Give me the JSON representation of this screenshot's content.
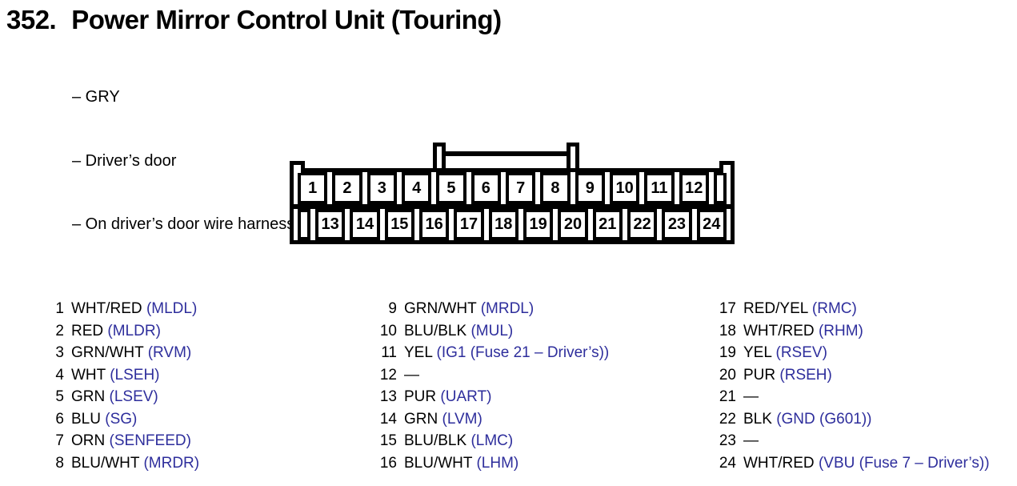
{
  "title": {
    "number": "352.",
    "text": "Power Mirror Control Unit (Touring)"
  },
  "notes": [
    "– GRY",
    "– Driver’s door",
    "– On driver’s door wire harness A"
  ],
  "connector": {
    "top_row_pins": [
      "1",
      "2",
      "3",
      "4",
      "5",
      "6",
      "7",
      "8",
      "9",
      "10",
      "11",
      "12"
    ],
    "bottom_row_pins": [
      "13",
      "14",
      "15",
      "16",
      "17",
      "18",
      "19",
      "20",
      "21",
      "22",
      "23",
      "24"
    ]
  },
  "colors": {
    "signal_text_blue": "#2e2e9c",
    "wire_text_black": "#000000",
    "background": "#ffffff"
  },
  "pin_columns": [
    {
      "pins": [
        {
          "num": "1",
          "wire": "WHT/RED",
          "signal": "(MLDL)"
        },
        {
          "num": "2",
          "wire": "RED",
          "signal": "(MLDR)"
        },
        {
          "num": "3",
          "wire": "GRN/WHT",
          "signal": "(RVM)"
        },
        {
          "num": "4",
          "wire": "WHT",
          "signal": "(LSEH)"
        },
        {
          "num": "5",
          "wire": "GRN",
          "signal": "(LSEV)"
        },
        {
          "num": "6",
          "wire": "BLU",
          "signal": "(SG)"
        },
        {
          "num": "7",
          "wire": "ORN",
          "signal": "(SENFEED)"
        },
        {
          "num": "8",
          "wire": "BLU/WHT",
          "signal": "(MRDR)"
        }
      ]
    },
    {
      "pins": [
        {
          "num": "9",
          "wire": "GRN/WHT",
          "signal": "(MRDL)"
        },
        {
          "num": "10",
          "wire": "BLU/BLK",
          "signal": "(MUL)"
        },
        {
          "num": "11",
          "wire": "YEL",
          "signal": "(IG1 (Fuse 21 – Driver’s))"
        },
        {
          "num": "12",
          "wire": "—",
          "signal": ""
        },
        {
          "num": "13",
          "wire": "PUR",
          "signal": "(UART)"
        },
        {
          "num": "14",
          "wire": "GRN",
          "signal": "(LVM)"
        },
        {
          "num": "15",
          "wire": "BLU/BLK",
          "signal": "(LMC)"
        },
        {
          "num": "16",
          "wire": "BLU/WHT",
          "signal": "(LHM)"
        }
      ]
    },
    {
      "pins": [
        {
          "num": "17",
          "wire": "RED/YEL",
          "signal": "(RMC)"
        },
        {
          "num": "18",
          "wire": "WHT/RED",
          "signal": "(RHM)"
        },
        {
          "num": "19",
          "wire": "YEL",
          "signal": "(RSEV)"
        },
        {
          "num": "20",
          "wire": "PUR",
          "signal": "(RSEH)"
        },
        {
          "num": "21",
          "wire": "—",
          "signal": ""
        },
        {
          "num": "22",
          "wire": "BLK",
          "signal": "(GND (G601))"
        },
        {
          "num": "23",
          "wire": "—",
          "signal": ""
        },
        {
          "num": "24",
          "wire": "WHT/RED",
          "signal": "(VBU (Fuse 7 – Driver’s))"
        }
      ]
    }
  ]
}
